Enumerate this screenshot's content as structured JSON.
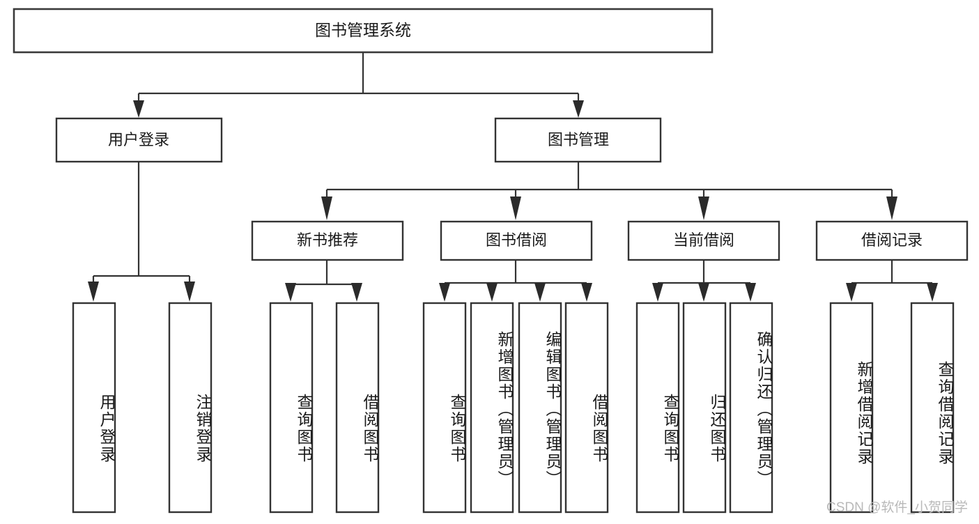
{
  "diagram": {
    "title_node": {
      "id": "root",
      "label": "图书管理系统"
    },
    "level2": [
      {
        "id": "user-login",
        "label": "用户登录"
      },
      {
        "id": "book-manage",
        "label": "图书管理"
      }
    ],
    "level3": [
      {
        "id": "new-book-recommend",
        "label": "新书推荐"
      },
      {
        "id": "book-borrow",
        "label": "图书借阅"
      },
      {
        "id": "current-borrow",
        "label": "当前借阅"
      },
      {
        "id": "borrow-record",
        "label": "借阅记录"
      }
    ],
    "leaves": {
      "user_login": [
        {
          "id": "leaf-user-login",
          "label": "用户登录"
        },
        {
          "id": "leaf-logout-login",
          "label": "注销登录"
        }
      ],
      "new_book_recommend": [
        {
          "id": "leaf-query-book-1",
          "label": "查询图书"
        },
        {
          "id": "leaf-borrow-book-1",
          "label": "借阅图书"
        }
      ],
      "book_borrow": [
        {
          "id": "leaf-query-book-2",
          "label": "查询图书"
        },
        {
          "id": "leaf-add-book",
          "label": "新增图书（管理员）"
        },
        {
          "id": "leaf-edit-book",
          "label": "编辑图书（管理员）"
        },
        {
          "id": "leaf-borrow-book-2",
          "label": "借阅图书"
        }
      ],
      "current_borrow": [
        {
          "id": "leaf-query-book-3",
          "label": "查询图书"
        },
        {
          "id": "leaf-return-book",
          "label": "归还图书"
        },
        {
          "id": "leaf-confirm-return",
          "label": "确认归还（管理员）"
        }
      ],
      "borrow_record": [
        {
          "id": "leaf-add-record",
          "label": "新增借阅记录"
        },
        {
          "id": "leaf-query-record",
          "label": "查询借阅记录"
        }
      ]
    }
  },
  "watermark": {
    "text": "CSDN @软件_小贺同学"
  },
  "colors": {
    "box_stroke": "#333333",
    "text": "#1a1a1a",
    "background": "#ffffff",
    "watermark": "#b9b9b9"
  }
}
